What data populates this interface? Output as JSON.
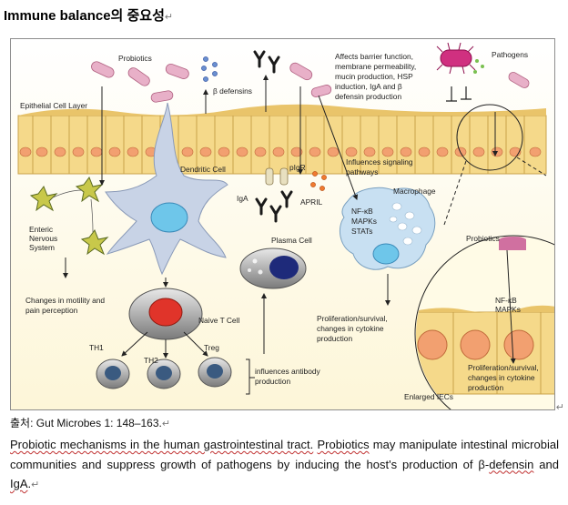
{
  "heading": {
    "title": "Immune balance의 중요성",
    "return_mark": "↵"
  },
  "figure": {
    "labels": {
      "probiotics": "Probiotics",
      "beta_defensins": "β defensins",
      "epithelial_layer": "Epithelial Cell Layer",
      "dendritic_cell": "Dendritic Cell",
      "enteric_nervous": [
        "Enteric",
        "Nervous",
        "System"
      ],
      "changes_motility": [
        "Changes in motility and",
        "pain perception"
      ],
      "naive_t_cell": "Naive T Cell",
      "th1": "TH1",
      "th2": "TH2",
      "treg": "Treg",
      "influences_antibody": [
        "influences antibody",
        "production"
      ],
      "iga": "IgA",
      "pigr": "pIgR",
      "april": "APRIL",
      "plasma_cell": "Plasma Cell",
      "affects_barrier": [
        "Affects barrier function,",
        "membrane permeability,",
        "mucin production, HSP",
        "induction, IgA and β",
        "defensin production"
      ],
      "pathogens": "Pathogens",
      "influences_signaling": [
        "Influences signaling",
        "pathways"
      ],
      "macrophage": "Macrophage",
      "macrophage_signals": [
        "NF-κB",
        "MAPKs",
        "STATs"
      ],
      "proliferation_main": [
        "Proliferation/survival,",
        "changes in cytokine",
        "production"
      ],
      "inset_probiotics": "Probiotics",
      "inset_signals": [
        "NF-κB",
        "MAPKs"
      ],
      "proliferation_inset": [
        "Proliferation/survival,",
        "changes in cytokine",
        "production"
      ],
      "enlarged_iecs": "Enlarged IECs"
    }
  },
  "caption": {
    "prefix": "출처: ",
    "source": "Gut Microbes 1: 148–163.",
    "return_mark": "↵"
  },
  "body": {
    "segments": [
      {
        "text": "Probiotic mechanisms in the human gastrointestinal tract.",
        "underline": true
      },
      {
        "text": " ",
        "underline": false
      },
      {
        "text": "Probiotics",
        "underline": true
      },
      {
        "text": " may manipulate intestinal microbial communities and suppress growth of pathogens by inducing the host's production of β-",
        "underline": false
      },
      {
        "text": "defensin",
        "underline": true
      },
      {
        "text": " and ",
        "underline": false
      },
      {
        "text": "IgA",
        "underline": true
      },
      {
        "text": ".",
        "underline": false
      }
    ],
    "return_mark": "↵"
  },
  "colors": {
    "epithelium": "#f5d98a",
    "epithelium_border": "#c9a24a",
    "nucleus": "#f2a070",
    "dendritic": "#c8d3e6",
    "dendritic_nucleus": "#6ec6ea",
    "macrophage": "#c8e0f2",
    "tcell_nucleus": "#e0342a",
    "plasma_nucleus": "#1e2a7a",
    "bacteria": "#e8b0c8",
    "pathogen": "#d03080",
    "vessel_blue": "#3a5fc0",
    "april_dots": "#f07a30"
  }
}
